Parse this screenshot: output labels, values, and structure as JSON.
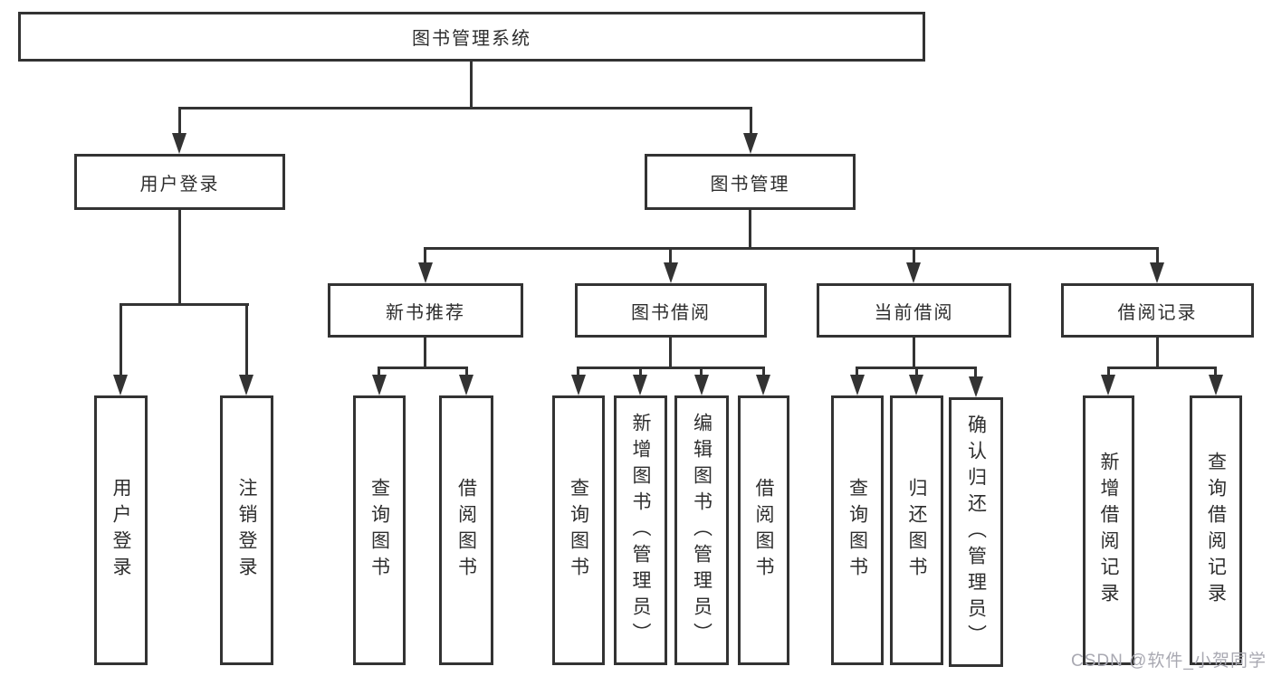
{
  "watermark": "CSDN @软件_小贺同学",
  "colors": {
    "line": "#333333",
    "text": "#2e2e2e",
    "box_background": "#ffffff",
    "watermark": "#a9a9b2"
  },
  "tree": {
    "root": "图书管理系统",
    "children": [
      {
        "label": "用户登录",
        "children": [
          {
            "label": "用户登录"
          },
          {
            "label": "注销登录"
          }
        ]
      },
      {
        "label": "图书管理",
        "children": [
          {
            "label": "新书推荐",
            "children": [
              {
                "label": "查询图书"
              },
              {
                "label": "借阅图书"
              }
            ]
          },
          {
            "label": "图书借阅",
            "children": [
              {
                "label": "查询图书"
              },
              {
                "label": "新增图书（管理员）"
              },
              {
                "label": "编辑图书（管理员）"
              },
              {
                "label": "借阅图书"
              }
            ]
          },
          {
            "label": "当前借阅",
            "children": [
              {
                "label": "查询图书"
              },
              {
                "label": "归还图书"
              },
              {
                "label": "确认归还（管理员）"
              }
            ]
          },
          {
            "label": "借阅记录",
            "children": [
              {
                "label": "新增借阅记录"
              },
              {
                "label": "查询借阅记录"
              }
            ]
          }
        ]
      }
    ]
  }
}
